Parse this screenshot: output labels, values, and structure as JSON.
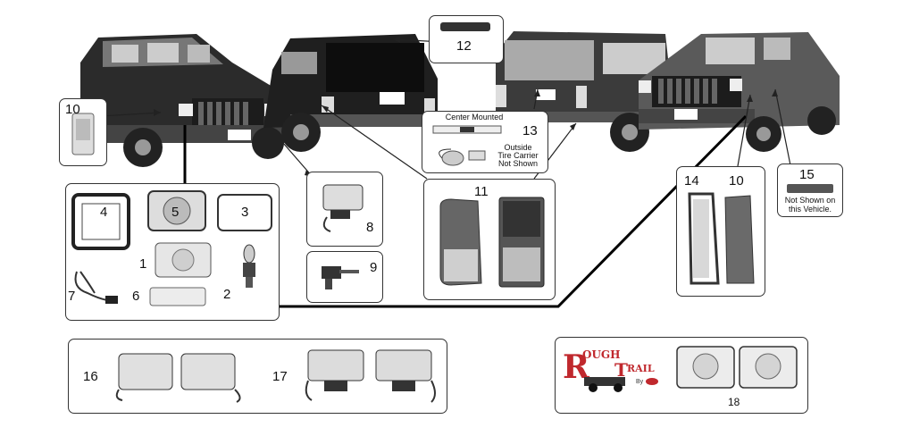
{
  "callouts": {
    "n1": "1",
    "n2": "2",
    "n3": "3",
    "n4": "4",
    "n5": "5",
    "n6": "6",
    "n7": "7",
    "n8": "8",
    "n9": "9",
    "n10a": "10",
    "n10b": "10",
    "n11": "11",
    "n12": "12",
    "n13": "13",
    "n14": "14",
    "n15": "15",
    "n16": "16",
    "n17": "17",
    "n18": "18"
  },
  "notes": {
    "center_mounted": "Center Mounted",
    "outside_carrier": [
      "Outside",
      "Tire Carrier",
      "Not Shown"
    ],
    "not_shown_vehicle": [
      "Not Shown on",
      "this Vehicle."
    ]
  },
  "logo": {
    "text_rough": "OUGH",
    "text_r": "R",
    "text_t": "T",
    "text_rail": "RAIL",
    "text_by": "By"
  },
  "colors": {
    "vehicle_dark": "#2b2b2b",
    "vehicle_mid": "#5a5a5a",
    "outline": "#333333",
    "logo_red": "#c0282d"
  }
}
